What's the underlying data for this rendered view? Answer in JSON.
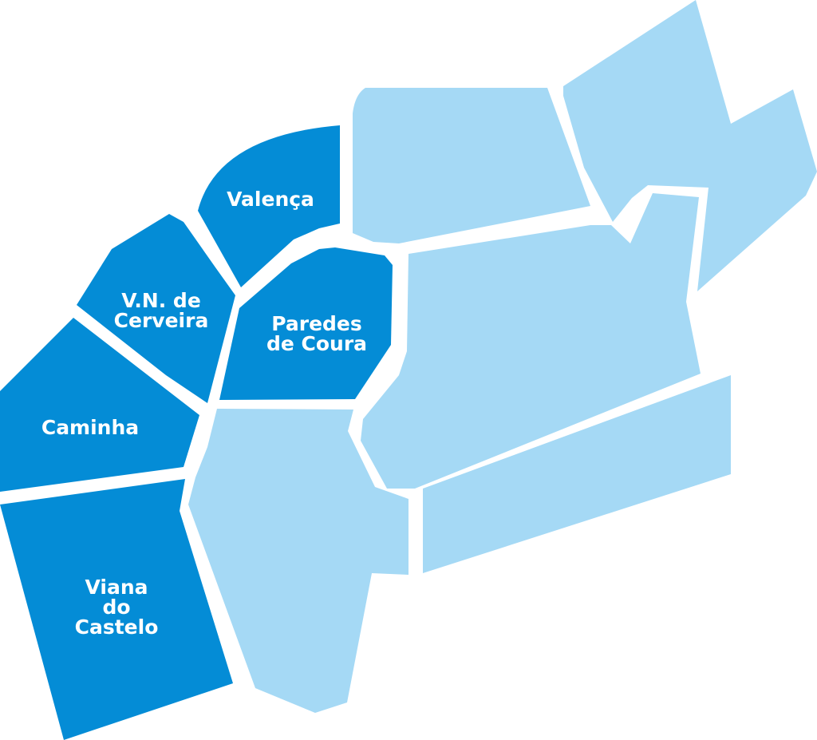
{
  "colors": {
    "highlighted": "#048CD6",
    "other": "#A5D9F5",
    "label": "#ffffff",
    "background": "#ffffff"
  },
  "map": {
    "regions": {
      "valenca": {
        "lines": [
          "Valença"
        ],
        "highlighted": true
      },
      "vn_cerveira": {
        "lines": [
          "V.N. de",
          "Cerveira"
        ],
        "highlighted": true
      },
      "paredes_de_coura": {
        "lines": [
          "Paredes",
          "de Coura"
        ],
        "highlighted": true
      },
      "caminha": {
        "lines": [
          "Caminha"
        ],
        "highlighted": true
      },
      "viana_do_castelo": {
        "lines": [
          "Viana",
          "do",
          "Castelo"
        ],
        "highlighted": true
      },
      "unlabeled_1": {
        "lines": [],
        "highlighted": false
      },
      "unlabeled_2": {
        "lines": [],
        "highlighted": false
      },
      "unlabeled_3": {
        "lines": [],
        "highlighted": false
      },
      "unlabeled_4": {
        "lines": [],
        "highlighted": false
      },
      "unlabeled_5": {
        "lines": [],
        "highlighted": false
      }
    }
  }
}
